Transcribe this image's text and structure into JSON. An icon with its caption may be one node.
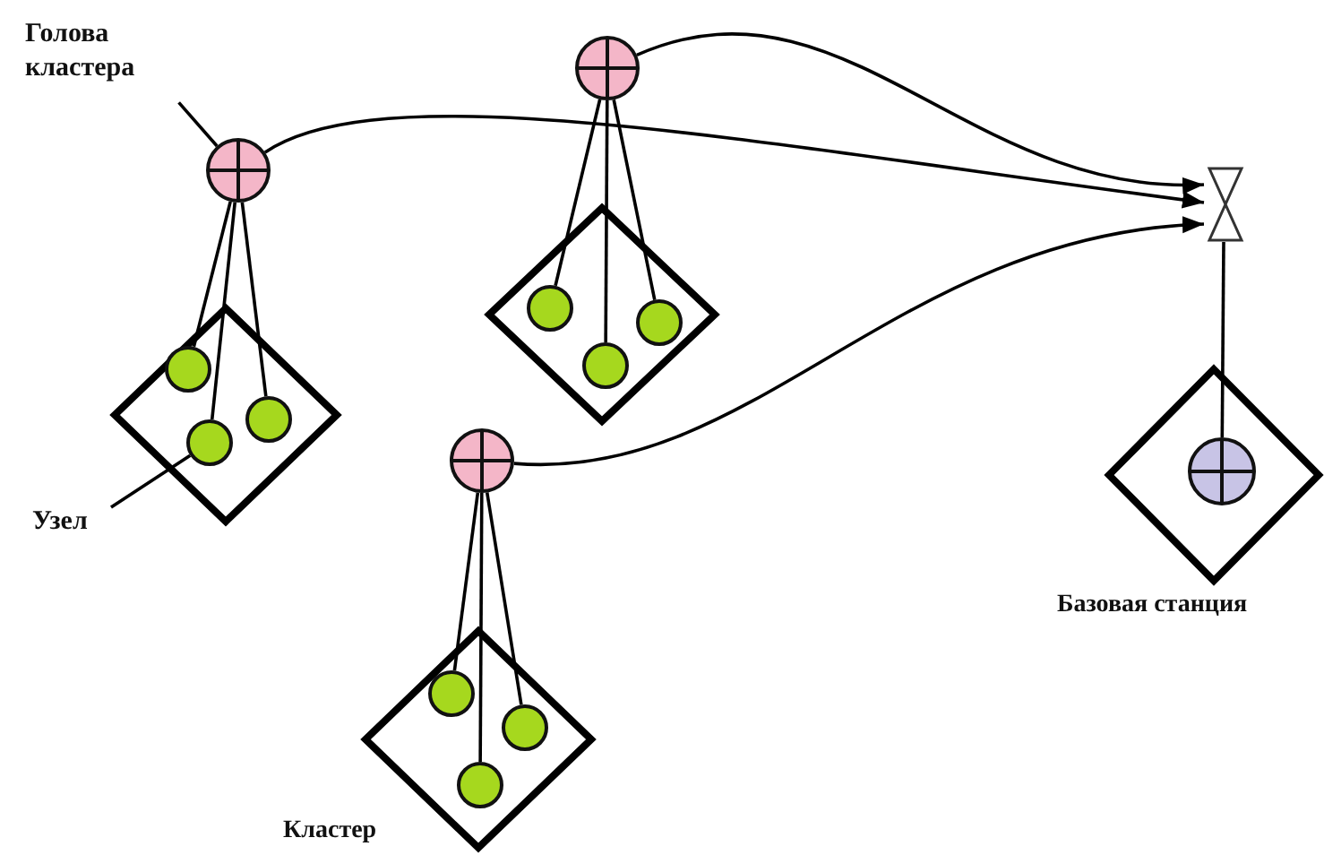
{
  "diagram": {
    "nodes": [
      {
        "text": [
          "Голова кластера"
        ]
      },
      {
        "text": [],
        "shape": "circle"
      },
      {
        "text": [],
        "shape": "diamond"
      },
      {
        "text": [],
        "shape": "circle",
        "in": 2
      },
      {
        "text": [],
        "shape": "circle",
        "in": 2
      },
      {
        "text": [],
        "shape": "circle",
        "in": 2
      },
      {
        "text": [
          "Узел"
        ]
      },
      {
        "text": [],
        "shape": "circle"
      },
      {
        "text": [],
        "shape": "diamond"
      },
      {
        "text": [],
        "shape": "circle",
        "in": 8
      },
      {
        "text": [],
        "shape": "circle",
        "in": 8
      },
      {
        "text": [],
        "shape": "circle",
        "in": 8
      },
      {
        "text": [],
        "shape": "circle"
      },
      {
        "text": [],
        "shape": "diamond",
        "beside": [
          "Кластер"
        ]
      },
      {
        "text": [],
        "shape": "circle",
        "in": 13
      },
      {
        "text": [],
        "shape": "circle",
        "in": 13
      },
      {
        "text": [],
        "shape": "circle",
        "in": 13
      },
      {
        "text": [],
        "shape": "antenna"
      },
      {
        "text": [],
        "shape": "diamond",
        "beside": [
          "Базовая станция"
        ]
      },
      {
        "text": [],
        "shape": "circle",
        "in": 18
      }
    ],
    "edges": [
      {
        "from": 0,
        "to": 1,
        "arrow": "none"
      },
      {
        "from": 1,
        "to": 3,
        "arrow": "none"
      },
      {
        "from": 1,
        "to": 4,
        "arrow": "none"
      },
      {
        "from": 1,
        "to": 5,
        "arrow": "none"
      },
      {
        "from": 6,
        "to": 4,
        "arrow": "none"
      },
      {
        "from": 7,
        "to": 9,
        "arrow": "none"
      },
      {
        "from": 7,
        "to": 10,
        "arrow": "none"
      },
      {
        "from": 7,
        "to": 11,
        "arrow": "none"
      },
      {
        "from": 12,
        "to": 14,
        "arrow": "none"
      },
      {
        "from": 12,
        "to": 15,
        "arrow": "none"
      },
      {
        "from": 12,
        "to": 16,
        "arrow": "none"
      },
      {
        "from": 1,
        "to": 17,
        "arrow": "to"
      },
      {
        "from": 7,
        "to": 17,
        "arrow": "to"
      },
      {
        "from": 12,
        "to": 17,
        "arrow": "to"
      },
      {
        "from": 17,
        "to": 19,
        "arrow": "none"
      }
    ]
  }
}
